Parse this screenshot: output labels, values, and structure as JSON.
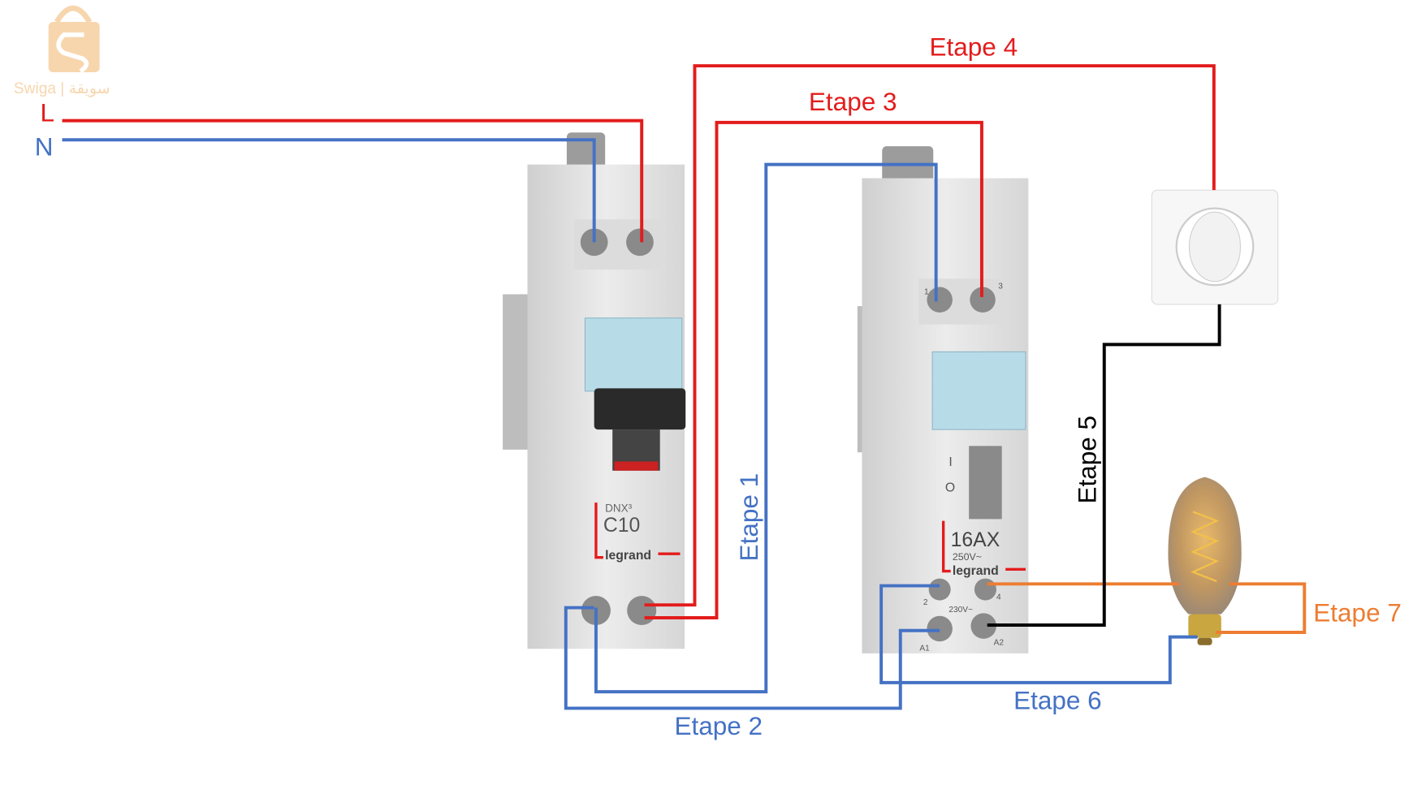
{
  "logo": {
    "latin": "Swiga",
    "arabic": "سويقة",
    "separator": "|"
  },
  "supply": {
    "live_label": "L",
    "neutral_label": "N"
  },
  "steps": {
    "etape1": "Etape 1",
    "etape2": "Etape 2",
    "etape3": "Etape 3",
    "etape4": "Etape 4",
    "etape5": "Etape 5",
    "etape6": "Etape 6",
    "etape7": "Etape 7"
  },
  "breaker": {
    "series": "DNX³",
    "rating": "C10",
    "brand": "legrand"
  },
  "contactor": {
    "rating": "16AX",
    "voltage": "250V~",
    "brand": "legrand",
    "coil_voltage": "230V~",
    "terminals": {
      "t1": "1",
      "t3": "3",
      "t2": "2",
      "t4": "4",
      "a1": "A1",
      "a2": "A2"
    },
    "on_mark": "I",
    "off_mark": "O"
  },
  "colors": {
    "live": "#e31c1c",
    "neutral": "#4472c4",
    "switched": "#000000",
    "lamp": "#ed7d31",
    "logo": "#f6cfa0"
  }
}
